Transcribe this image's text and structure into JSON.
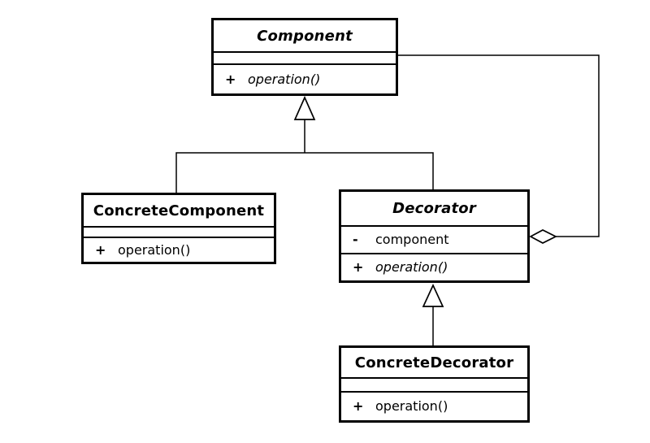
{
  "diagram": {
    "kind": "uml-class-diagram",
    "pattern": "Decorator",
    "background_color": "#ffffff",
    "line_color": "#000000"
  },
  "classes": {
    "component": {
      "name": "Component",
      "abstract": true,
      "attributes": [],
      "operations": [
        {
          "visibility": "+",
          "name": "operation()",
          "abstract": true
        }
      ]
    },
    "concrete_component": {
      "name": "ConcreteComponent",
      "abstract": false,
      "attributes": [],
      "operations": [
        {
          "visibility": "+",
          "name": "operation()",
          "abstract": false
        }
      ]
    },
    "decorator": {
      "name": "Decorator",
      "abstract": true,
      "attributes": [
        {
          "visibility": "-",
          "name": "component"
        }
      ],
      "operations": [
        {
          "visibility": "+",
          "name": "operation()",
          "abstract": true
        }
      ]
    },
    "concrete_decorator": {
      "name": "ConcreteDecorator",
      "abstract": false,
      "attributes": [],
      "operations": [
        {
          "visibility": "+",
          "name": "operation()",
          "abstract": false
        }
      ]
    }
  },
  "relationships": [
    {
      "type": "generalization",
      "from": "ConcreteComponent",
      "to": "Component"
    },
    {
      "type": "generalization",
      "from": "Decorator",
      "to": "Component"
    },
    {
      "type": "generalization",
      "from": "ConcreteDecorator",
      "to": "Decorator"
    },
    {
      "type": "aggregation",
      "owner": "Decorator",
      "part": "Component"
    }
  ]
}
